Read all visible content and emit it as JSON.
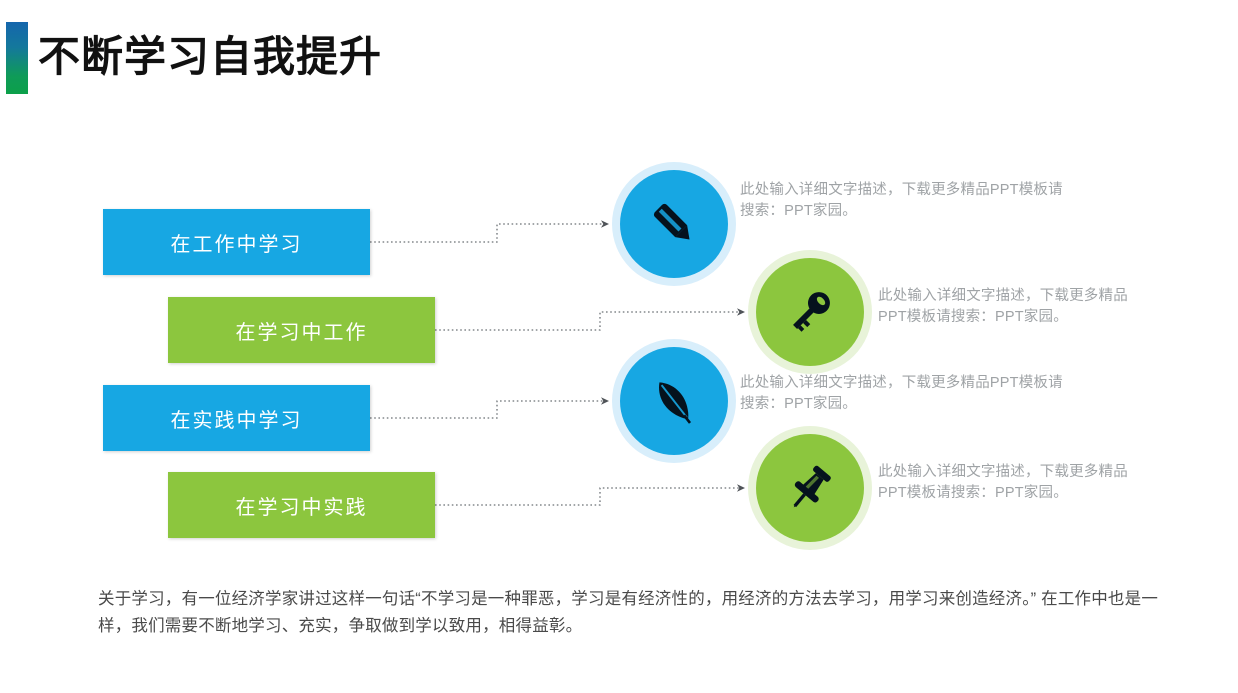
{
  "slide": {
    "title": "不断学习自我提升",
    "accent_gradient_start": "#1566ad",
    "accent_gradient_end": "#0ca04a",
    "blue": "#17a7e3",
    "green": "#8cc63e",
    "blue_ring": "#d8eefb",
    "green_ring": "#e8f3d9",
    "desc_color": "#9fa3a6",
    "footer_color": "#4a4a4a"
  },
  "boxes": [
    {
      "label": "在工作中学习",
      "color": "blue",
      "align": "left"
    },
    {
      "label": "在学习中工作",
      "color": "green",
      "align": "right"
    },
    {
      "label": "在实践中学习",
      "color": "blue",
      "align": "left"
    },
    {
      "label": "在学习中实践",
      "color": "green",
      "align": "right"
    }
  ],
  "circles": [
    {
      "icon": "pencil-icon",
      "color": "blue"
    },
    {
      "icon": "key-icon",
      "color": "green"
    },
    {
      "icon": "feather-icon",
      "color": "blue"
    },
    {
      "icon": "pushpin-icon",
      "color": "green"
    }
  ],
  "descriptions": [
    {
      "text": "此处输入详细文字描述，下载更多精品PPT模板请搜索：PPT家园。"
    },
    {
      "text": "此处输入详细文字描述，下载更多精品PPT模板请搜索：PPT家园。"
    },
    {
      "text": "此处输入详细文字描述，下载更多精品PPT模板请搜索：PPT家园。"
    },
    {
      "text": "此处输入详细文字描述，下载更多精品PPT模板请搜索：PPT家园。"
    }
  ],
  "footer": {
    "text": "关于学习，有一位经济学家讲过这样一句话“不学习是一种罪恶，学习是有经济性的，用经济的方法去学习，用学习来创造经济。” 在工作中也是一样，我们需要不断地学习、充实，争取做到学以致用，相得益彰。"
  }
}
